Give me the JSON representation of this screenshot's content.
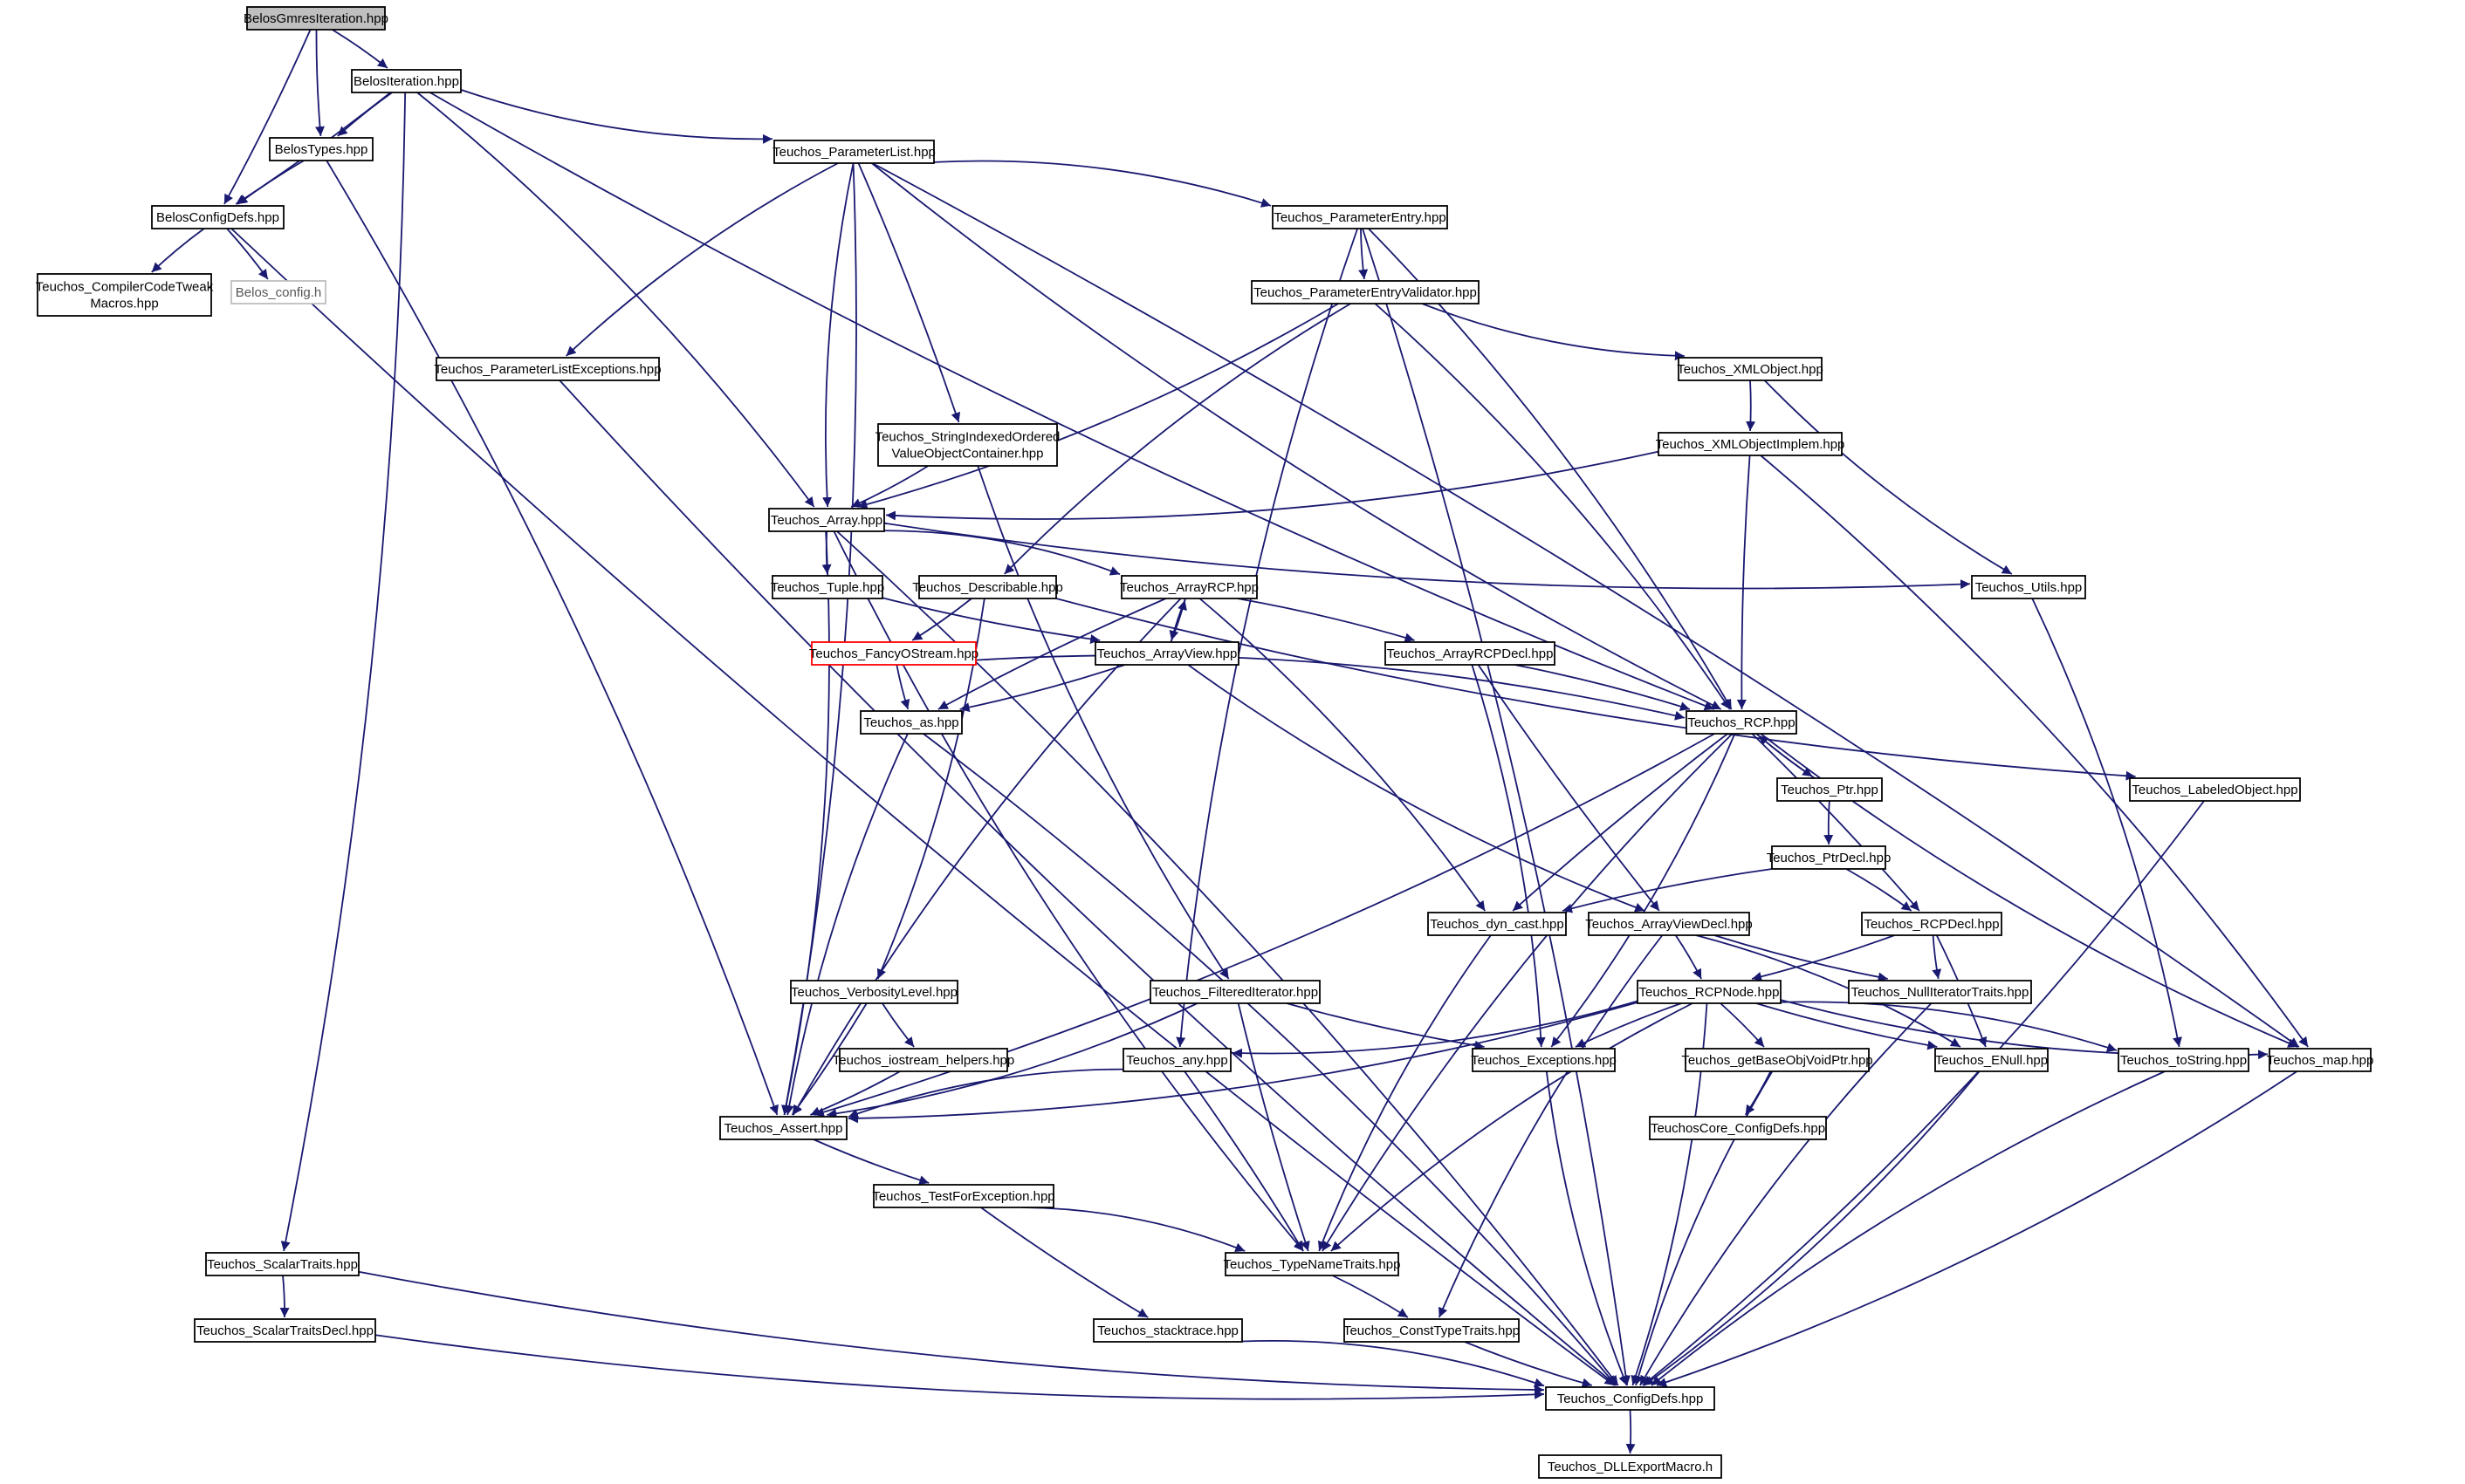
{
  "nodes": [
    {
      "id": "n0",
      "lines": [
        "BelosGmresIteration.hpp"
      ],
      "style": "root"
    },
    {
      "id": "n1",
      "lines": [
        "BelosIteration.hpp"
      ]
    },
    {
      "id": "n2",
      "lines": [
        "BelosTypes.hpp"
      ]
    },
    {
      "id": "n3",
      "lines": [
        "BelosConfigDefs.hpp"
      ]
    },
    {
      "id": "n4",
      "lines": [
        "Teuchos_CompilerCodeTweak",
        "Macros.hpp"
      ]
    },
    {
      "id": "n5",
      "lines": [
        "Belos_config.h"
      ],
      "style": "grey"
    },
    {
      "id": "n6",
      "lines": [
        "Teuchos_ParameterList.hpp"
      ]
    },
    {
      "id": "n7",
      "lines": [
        "Teuchos_ParameterEntry.hpp"
      ]
    },
    {
      "id": "n8",
      "lines": [
        "Teuchos_ParameterEntryValidator.hpp"
      ]
    },
    {
      "id": "n9",
      "lines": [
        "Teuchos_ParameterListExceptions.hpp"
      ]
    },
    {
      "id": "n10",
      "lines": [
        "Teuchos_StringIndexedOrdered",
        "ValueObjectContainer.hpp"
      ]
    },
    {
      "id": "n11",
      "lines": [
        "Teuchos_XMLObject.hpp"
      ]
    },
    {
      "id": "n12",
      "lines": [
        "Teuchos_XMLObjectImplem.hpp"
      ]
    },
    {
      "id": "n13",
      "lines": [
        "Teuchos_Array.hpp"
      ]
    },
    {
      "id": "n14",
      "lines": [
        "Teuchos_Tuple.hpp"
      ]
    },
    {
      "id": "n15",
      "lines": [
        "Teuchos_Describable.hpp"
      ]
    },
    {
      "id": "n16",
      "lines": [
        "Teuchos_ArrayRCP.hpp"
      ]
    },
    {
      "id": "n17",
      "lines": [
        "Teuchos_Utils.hpp"
      ]
    },
    {
      "id": "n18",
      "lines": [
        "Teuchos_FancyOStream.hpp"
      ],
      "style": "red"
    },
    {
      "id": "n19",
      "lines": [
        "Teuchos_ArrayView.hpp"
      ]
    },
    {
      "id": "n20",
      "lines": [
        "Teuchos_ArrayRCPDecl.hpp"
      ]
    },
    {
      "id": "n21",
      "lines": [
        "Teuchos_as.hpp"
      ]
    },
    {
      "id": "n22",
      "lines": [
        "Teuchos_RCP.hpp"
      ]
    },
    {
      "id": "n23",
      "lines": [
        "Teuchos_Ptr.hpp"
      ]
    },
    {
      "id": "n24",
      "lines": [
        "Teuchos_LabeledObject.hpp"
      ]
    },
    {
      "id": "n25",
      "lines": [
        "Teuchos_PtrDecl.hpp"
      ]
    },
    {
      "id": "n26",
      "lines": [
        "Teuchos_dyn_cast.hpp"
      ]
    },
    {
      "id": "n27",
      "lines": [
        "Teuchos_ArrayViewDecl.hpp"
      ]
    },
    {
      "id": "n28",
      "lines": [
        "Teuchos_RCPDecl.hpp"
      ]
    },
    {
      "id": "n29",
      "lines": [
        "Teuchos_VerbosityLevel.hpp"
      ]
    },
    {
      "id": "n30",
      "lines": [
        "Teuchos_FilteredIterator.hpp"
      ]
    },
    {
      "id": "n31",
      "lines": [
        "Teuchos_RCPNode.hpp"
      ]
    },
    {
      "id": "n32",
      "lines": [
        "Teuchos_NullIteratorTraits.hpp"
      ]
    },
    {
      "id": "n33",
      "lines": [
        "Teuchos_iostream_helpers.hpp"
      ]
    },
    {
      "id": "n34",
      "lines": [
        "Teuchos_any.hpp"
      ]
    },
    {
      "id": "n35",
      "lines": [
        "Teuchos_Exceptions.hpp"
      ]
    },
    {
      "id": "n36",
      "lines": [
        "Teuchos_getBaseObjVoidPtr.hpp"
      ]
    },
    {
      "id": "n37",
      "lines": [
        "Teuchos_ENull.hpp"
      ]
    },
    {
      "id": "n38",
      "lines": [
        "Teuchos_toString.hpp"
      ]
    },
    {
      "id": "n39",
      "lines": [
        "Teuchos_map.hpp"
      ]
    },
    {
      "id": "n40",
      "lines": [
        "Teuchos_Assert.hpp"
      ]
    },
    {
      "id": "n41",
      "lines": [
        "TeuchosCore_ConfigDefs.hpp"
      ]
    },
    {
      "id": "n42",
      "lines": [
        "Teuchos_TestForException.hpp"
      ]
    },
    {
      "id": "n43",
      "lines": [
        "Teuchos_ScalarTraits.hpp"
      ]
    },
    {
      "id": "n44",
      "lines": [
        "Teuchos_TypeNameTraits.hpp"
      ]
    },
    {
      "id": "n45",
      "lines": [
        "Teuchos_ScalarTraitsDecl.hpp"
      ]
    },
    {
      "id": "n46",
      "lines": [
        "Teuchos_stacktrace.hpp"
      ]
    },
    {
      "id": "n47",
      "lines": [
        "Teuchos_ConstTypeTraits.hpp"
      ]
    },
    {
      "id": "n48",
      "lines": [
        "Teuchos_ConfigDefs.hpp"
      ]
    },
    {
      "id": "n49",
      "lines": [
        "Teuchos_DLLExportMacro.h"
      ]
    }
  ],
  "edges": [
    [
      "n0",
      "n1"
    ],
    [
      "n0",
      "n2"
    ],
    [
      "n0",
      "n3"
    ],
    [
      "n1",
      "n2"
    ],
    [
      "n1",
      "n3"
    ],
    [
      "n1",
      "n6"
    ],
    [
      "n1",
      "n13"
    ],
    [
      "n1",
      "n22"
    ],
    [
      "n1",
      "n43"
    ],
    [
      "n2",
      "n3"
    ],
    [
      "n2",
      "n40"
    ],
    [
      "n3",
      "n4"
    ],
    [
      "n3",
      "n5"
    ],
    [
      "n3",
      "n48"
    ],
    [
      "n6",
      "n7"
    ],
    [
      "n6",
      "n9"
    ],
    [
      "n6",
      "n10"
    ],
    [
      "n6",
      "n13"
    ],
    [
      "n6",
      "n40"
    ],
    [
      "n6",
      "n22"
    ],
    [
      "n6",
      "n39"
    ],
    [
      "n7",
      "n8"
    ],
    [
      "n7",
      "n22"
    ],
    [
      "n7",
      "n34"
    ],
    [
      "n7",
      "n48"
    ],
    [
      "n8",
      "n11"
    ],
    [
      "n8",
      "n13"
    ],
    [
      "n8",
      "n15"
    ],
    [
      "n8",
      "n22"
    ],
    [
      "n9",
      "n48"
    ],
    [
      "n10",
      "n13"
    ],
    [
      "n10",
      "n30"
    ],
    [
      "n11",
      "n12"
    ],
    [
      "n11",
      "n17"
    ],
    [
      "n12",
      "n13"
    ],
    [
      "n12",
      "n22"
    ],
    [
      "n12",
      "n39"
    ],
    [
      "n13",
      "n14"
    ],
    [
      "n13",
      "n16"
    ],
    [
      "n13",
      "n17"
    ],
    [
      "n13",
      "n40"
    ],
    [
      "n13",
      "n44"
    ],
    [
      "n13",
      "n48"
    ],
    [
      "n14",
      "n19"
    ],
    [
      "n15",
      "n18"
    ],
    [
      "n15",
      "n24"
    ],
    [
      "n15",
      "n29"
    ],
    [
      "n16",
      "n19"
    ],
    [
      "n16",
      "n20"
    ],
    [
      "n16",
      "n21"
    ],
    [
      "n16",
      "n26"
    ],
    [
      "n16",
      "n40"
    ],
    [
      "n17",
      "n38"
    ],
    [
      "n18",
      "n21"
    ],
    [
      "n18",
      "n22"
    ],
    [
      "n19",
      "n16"
    ],
    [
      "n19",
      "n21"
    ],
    [
      "n19",
      "n27"
    ],
    [
      "n20",
      "n22"
    ],
    [
      "n20",
      "n27"
    ],
    [
      "n20",
      "n35"
    ],
    [
      "n21",
      "n40"
    ],
    [
      "n21",
      "n48"
    ],
    [
      "n22",
      "n23"
    ],
    [
      "n22",
      "n28"
    ],
    [
      "n22",
      "n26"
    ],
    [
      "n22",
      "n35"
    ],
    [
      "n22",
      "n39"
    ],
    [
      "n22",
      "n40"
    ],
    [
      "n22",
      "n44"
    ],
    [
      "n23",
      "n22"
    ],
    [
      "n23",
      "n25"
    ],
    [
      "n24",
      "n48"
    ],
    [
      "n25",
      "n26"
    ],
    [
      "n25",
      "n28"
    ],
    [
      "n26",
      "n44"
    ],
    [
      "n27",
      "n31"
    ],
    [
      "n27",
      "n32"
    ],
    [
      "n27",
      "n37"
    ],
    [
      "n27",
      "n47"
    ],
    [
      "n28",
      "n31"
    ],
    [
      "n28",
      "n32"
    ],
    [
      "n28",
      "n37"
    ],
    [
      "n29",
      "n33"
    ],
    [
      "n29",
      "n40"
    ],
    [
      "n30",
      "n35"
    ],
    [
      "n30",
      "n40"
    ],
    [
      "n30",
      "n44"
    ],
    [
      "n31",
      "n34"
    ],
    [
      "n31",
      "n35"
    ],
    [
      "n31",
      "n36"
    ],
    [
      "n31",
      "n37"
    ],
    [
      "n31",
      "n38"
    ],
    [
      "n31",
      "n39"
    ],
    [
      "n31",
      "n40"
    ],
    [
      "n31",
      "n44"
    ],
    [
      "n31",
      "n48"
    ],
    [
      "n32",
      "n48"
    ],
    [
      "n33",
      "n40"
    ],
    [
      "n34",
      "n40"
    ],
    [
      "n34",
      "n44"
    ],
    [
      "n35",
      "n48"
    ],
    [
      "n36",
      "n41"
    ],
    [
      "n36",
      "n48"
    ],
    [
      "n37",
      "n48"
    ],
    [
      "n38",
      "n48"
    ],
    [
      "n39",
      "n48"
    ],
    [
      "n40",
      "n42"
    ],
    [
      "n42",
      "n44"
    ],
    [
      "n42",
      "n46"
    ],
    [
      "n43",
      "n45"
    ],
    [
      "n43",
      "n48"
    ],
    [
      "n44",
      "n47"
    ],
    [
      "n45",
      "n48"
    ],
    [
      "n46",
      "n48"
    ],
    [
      "n47",
      "n48"
    ],
    [
      "n48",
      "n49"
    ]
  ]
}
